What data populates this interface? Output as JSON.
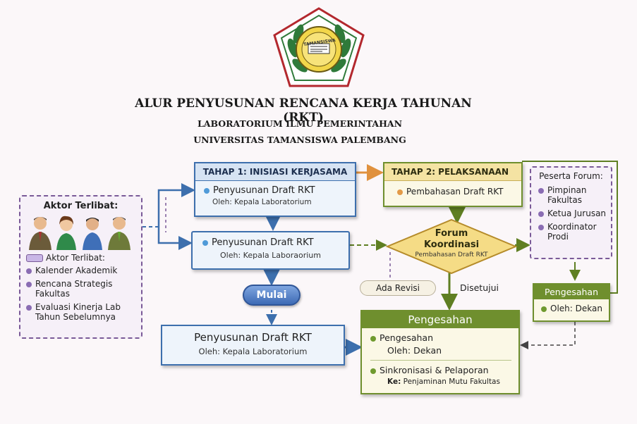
{
  "header": {
    "title": "ALUR PENYUSUNAN RENCANA KERJA TAHUNAN (RKT)",
    "subtitle1": "LABORATORIUM ILMU PEMERINTAHAN",
    "subtitle2": "UNIVERSITAS TAMANSISWA PALEMBANG",
    "logo_text": "TAMANSISWA"
  },
  "actors": {
    "title": "Aktor Terlibat:",
    "items": [
      "Kalender Akademik",
      "Rencana Strategis Fakultas",
      "Evaluasi Kinerja Lab Tahun Sebelumnya"
    ]
  },
  "stage1": {
    "title": "TAHAP 1: INISIASI KERJASAMA",
    "item": "Penyusunan Draft RKT",
    "by": "Oleh: Kepala Laboratorium"
  },
  "draft_mid": {
    "item": "Penyusunan Draft RKT",
    "by": "Oleh: Kepala Laboraorium"
  },
  "start": {
    "label": "Mulai"
  },
  "draft_bottom": {
    "item": "Penyusunan Draft RKT",
    "by": "Oleh: Kepala Laboratorium"
  },
  "stage2": {
    "title": "TAHAP 2: PELAKSANAAN",
    "item": "Pembahasan Draft RKT"
  },
  "forum": {
    "title1": "Forum",
    "title2": "Koordinasi",
    "sub": "Pembahasan Draft RKT"
  },
  "participants": {
    "title": "Peserta Forum:",
    "items": [
      "Pimpinan Fakultas",
      "Ketua Jurusan",
      "Koordinator Prodi"
    ]
  },
  "revision": {
    "label": "Ada Revisi"
  },
  "approved": {
    "label": "Disetujui"
  },
  "approval_small": {
    "title": "Pengesahan",
    "item": "Oleh: Dekan"
  },
  "approval_main": {
    "title": "Pengesahan",
    "item1": "Pengesahan",
    "item1_by": "Oleh: Dekan",
    "item2": "Sinkronisasi & Pelaporan",
    "item2_to_prefix": "Ke:",
    "item2_to": "Penjaminan Mutu Fakultas"
  },
  "colors": {
    "blue": "#3d6fad",
    "green": "#6f8f2e",
    "purple": "#7a5a98",
    "diamond": "#f5dc86",
    "orange": "#e39a48"
  }
}
